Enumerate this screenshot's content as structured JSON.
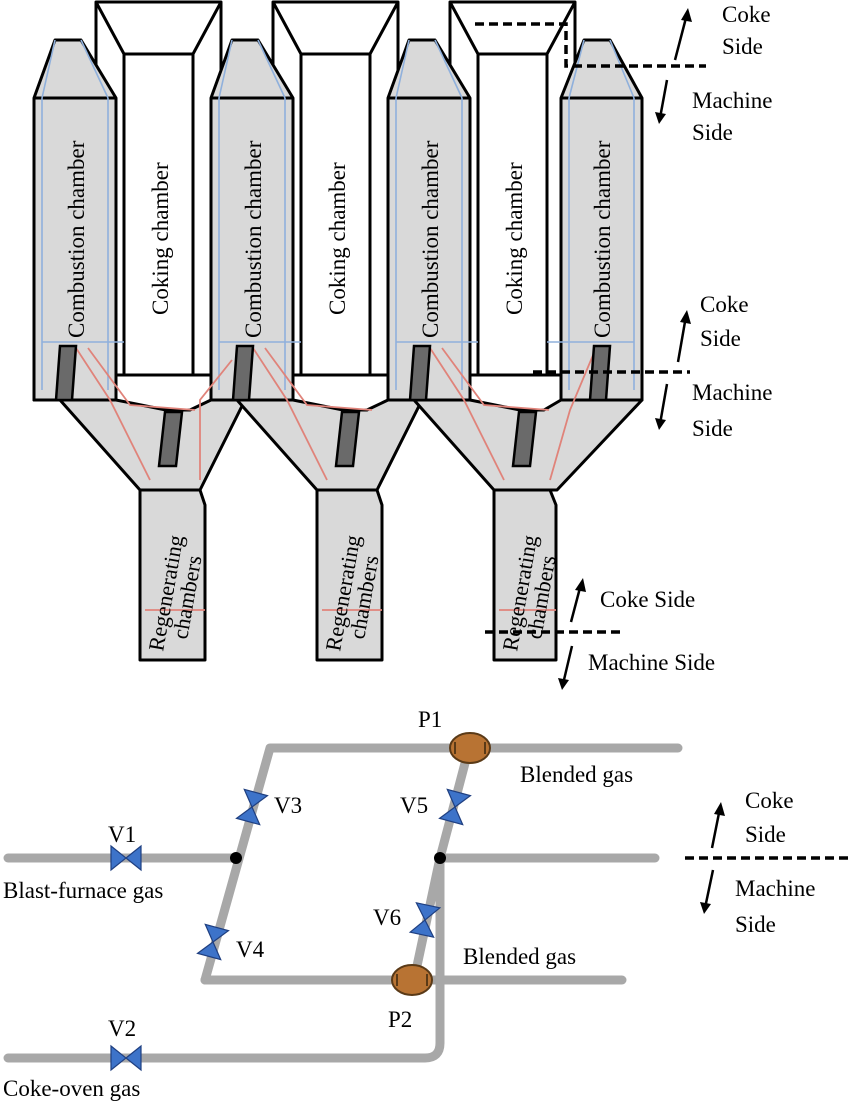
{
  "diagram": {
    "chamber_labels": {
      "combustion": "Combustion chamber",
      "coking": "Coking chamber",
      "regenerating": [
        "Regenerating",
        "chambers"
      ]
    },
    "side_labels": {
      "coke_side": "Coke Side",
      "coke": "Coke",
      "side": "Side",
      "machine": "Machine",
      "machine_side": "Machine Side"
    },
    "pipeline": {
      "valves": [
        "V1",
        "V2",
        "V3",
        "V4",
        "V5",
        "V6"
      ],
      "pumps": [
        "P1",
        "P2"
      ],
      "blast_furnace_gas": "Blast-furnace gas",
      "coke_oven_gas": "Coke-oven gas",
      "blended_gas": "Blended gas"
    },
    "colors": {
      "chamber_wall_fill": "#d9d9d9",
      "pipe": "#a8a8a8",
      "valve": "#3d73c9",
      "pump": "#b87333",
      "heating_flue_blue": "#8fb0dc",
      "heating_flue_red": "#e0837a"
    }
  }
}
